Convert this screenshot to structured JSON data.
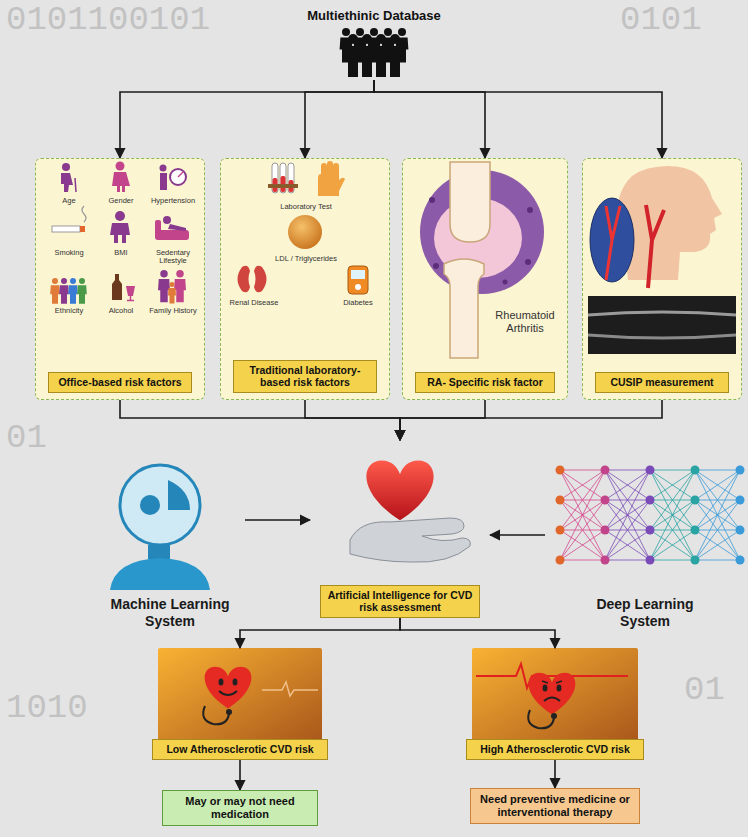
{
  "diagram": {
    "nodes": [
      {
        "text": [
          "Multiethinic Database"
        ]
      },
      {
        "text": [
          "Age",
          "Gender",
          "Hypertension",
          "Smoking",
          "BMI",
          "Sedentary Lifestyle",
          "Ethnicity",
          "Alcohol",
          "Family History",
          "Office-based risk factors"
        ]
      },
      {
        "text": [
          "Laboratory Test",
          "LDL / Triglycerides",
          "Renal Disease",
          "Diabetes",
          "Traditional laboratory-based risk factors"
        ]
      },
      {
        "text": [
          "Rheumatoid Arthritis",
          "RA- Specific risk factor"
        ]
      },
      {
        "text": [
          "CUSIP measurement"
        ]
      },
      {
        "text": [
          "Machine Learning System"
        ]
      },
      {
        "text": [
          "Artificial Intelligence for CVD risk assessment"
        ]
      },
      {
        "text": [
          "Deep Learning System"
        ]
      },
      {
        "text": [
          "Low Atherosclerotic CVD risk"
        ]
      },
      {
        "text": [
          "High Atherosclerotic CVD risk"
        ]
      },
      {
        "text": [
          "May or may not need medication"
        ]
      },
      {
        "text": [
          "Need preventive medicine or interventional therapy"
        ]
      }
    ],
    "edges": [
      {
        "from": 0,
        "to": 1,
        "arrow": "to"
      },
      {
        "from": 0,
        "to": 2,
        "arrow": "to"
      },
      {
        "from": 0,
        "to": 3,
        "arrow": "to"
      },
      {
        "from": 0,
        "to": 4,
        "arrow": "to"
      },
      {
        "from": 1,
        "to": 6,
        "arrow": "to"
      },
      {
        "from": 2,
        "to": 6,
        "arrow": "to"
      },
      {
        "from": 3,
        "to": 6,
        "arrow": "to"
      },
      {
        "from": 4,
        "to": 6,
        "arrow": "to"
      },
      {
        "from": 5,
        "to": 6,
        "arrow": "to"
      },
      {
        "from": 7,
        "to": 6,
        "arrow": "to"
      },
      {
        "from": 6,
        "to": 8,
        "arrow": "to"
      },
      {
        "from": 6,
        "to": 9,
        "arrow": "to"
      },
      {
        "from": 8,
        "to": 10,
        "arrow": "to"
      },
      {
        "from": 9,
        "to": 11,
        "arrow": "to"
      }
    ],
    "labels": [
      "0101100101",
      "0101",
      "01",
      "1010",
      "01"
    ]
  }
}
